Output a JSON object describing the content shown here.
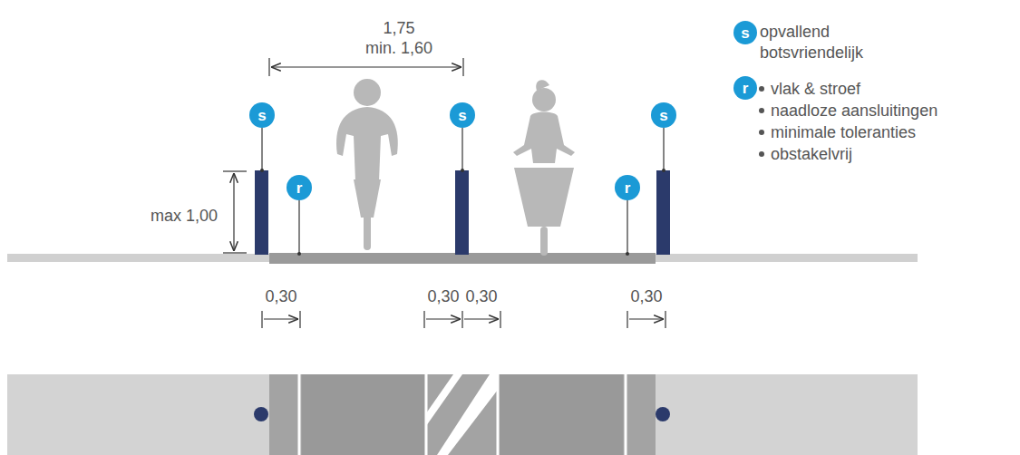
{
  "diagram": {
    "nodes": [
      {
        "text": [
          "s"
        ]
      },
      {
        "text": [
          "s"
        ]
      },
      {
        "text": [
          "s"
        ]
      },
      {
        "text": [
          "r"
        ]
      },
      {
        "text": [
          "r"
        ]
      },
      {
        "text": [
          "s"
        ]
      },
      {
        "text": [
          "r"
        ]
      }
    ],
    "labels": [
      "1,75",
      "min. 1,60",
      "max 1,00",
      "0,30",
      "0,30",
      "0,30",
      "0,30"
    ],
    "legend": [
      {
        "text": "opvallend botsvriendelijk"
      },
      {
        "text": "vlak & stroef"
      },
      {
        "text": "naadloze aansluitingen"
      },
      {
        "text": "minimale toleranties"
      },
      {
        "text": "obstakelvrij"
      }
    ]
  }
}
